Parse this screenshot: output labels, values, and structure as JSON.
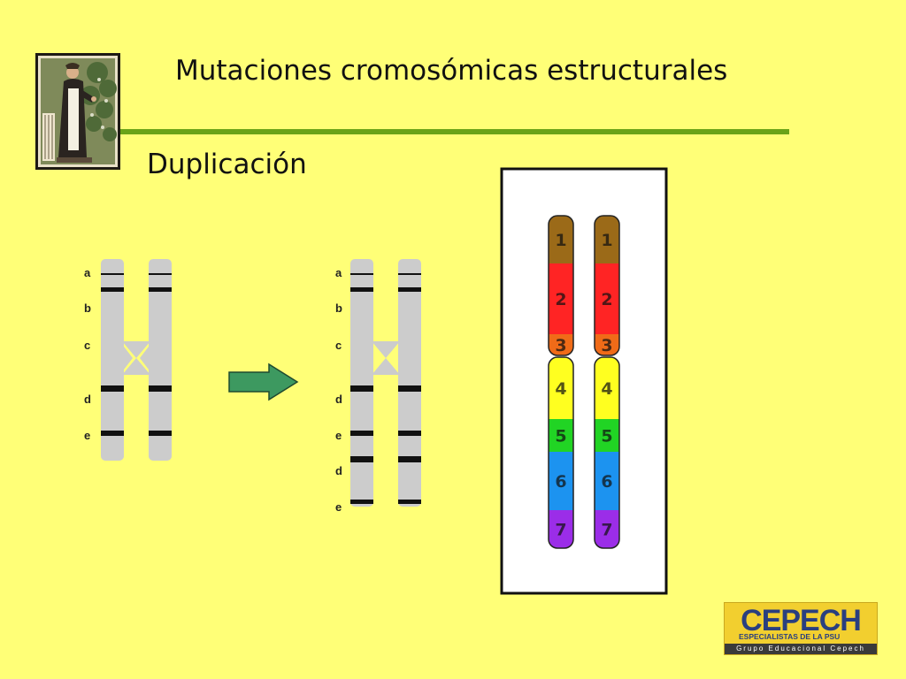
{
  "slide": {
    "title": "Mutaciones cromosómicas estructurales",
    "subtitle": "Duplicación"
  },
  "original_chromosome": {
    "genes": [
      "a",
      "b",
      "c",
      "d",
      "e"
    ]
  },
  "duplicated_chromosome": {
    "genes": [
      "a",
      "b",
      "c",
      "d",
      "e",
      "d",
      "e"
    ]
  },
  "banded_chromosomes": {
    "bands": [
      {
        "number": "1",
        "color": "#9b6a18"
      },
      {
        "number": "2",
        "color": "#ff2424"
      },
      {
        "number": "3",
        "color": "#f06b18"
      },
      {
        "number": "4",
        "color": "#ffff20"
      },
      {
        "number": "5",
        "color": "#21d424"
      },
      {
        "number": "6",
        "color": "#1c93f0"
      },
      {
        "number": "7",
        "color": "#9b2de8"
      }
    ]
  },
  "logo": {
    "name": "CEPECH",
    "tagline": "ESPECIALISTAS DE LA PSU",
    "group": "Grupo Educacional Cepech"
  },
  "colors": {
    "background": "#ffff77",
    "rule": "#6aa318",
    "chromatid": "#cccccc",
    "arrow": "#3d9960"
  }
}
